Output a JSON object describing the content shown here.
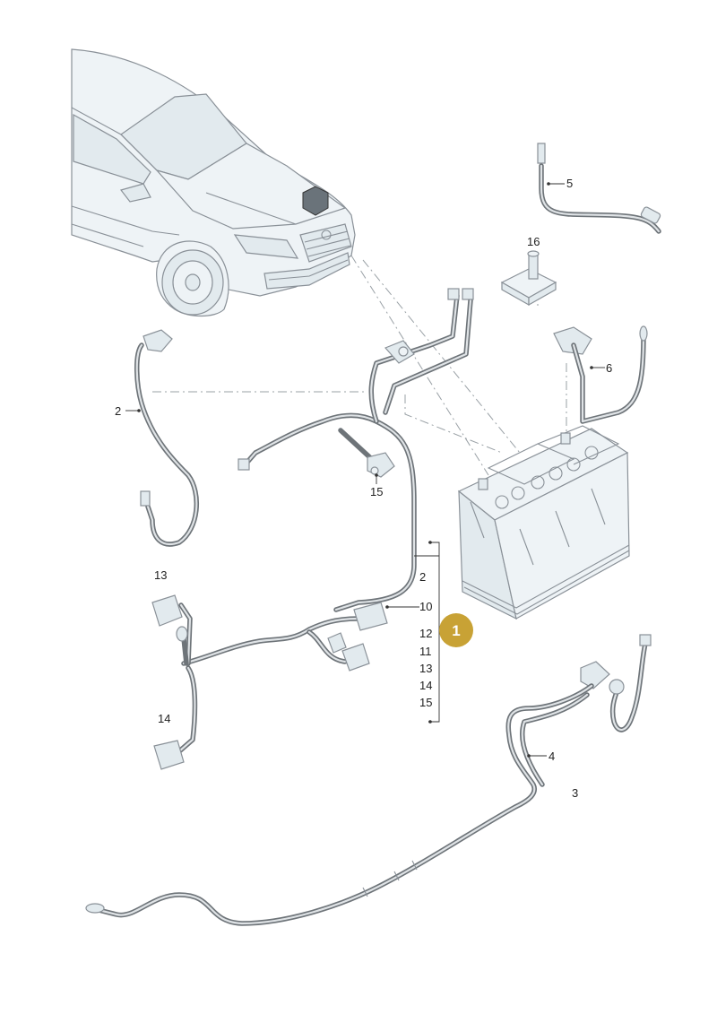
{
  "badge": {
    "label": "1",
    "color": "#c8a235"
  },
  "labels": {
    "p2": "2",
    "p3": "3",
    "p4": "4",
    "p5": "5",
    "p6": "6",
    "p13": "13",
    "p14": "14",
    "p15": "15",
    "p16": "16"
  },
  "group_list": [
    "2",
    "10",
    "12",
    "11",
    "13",
    "14",
    "15"
  ]
}
